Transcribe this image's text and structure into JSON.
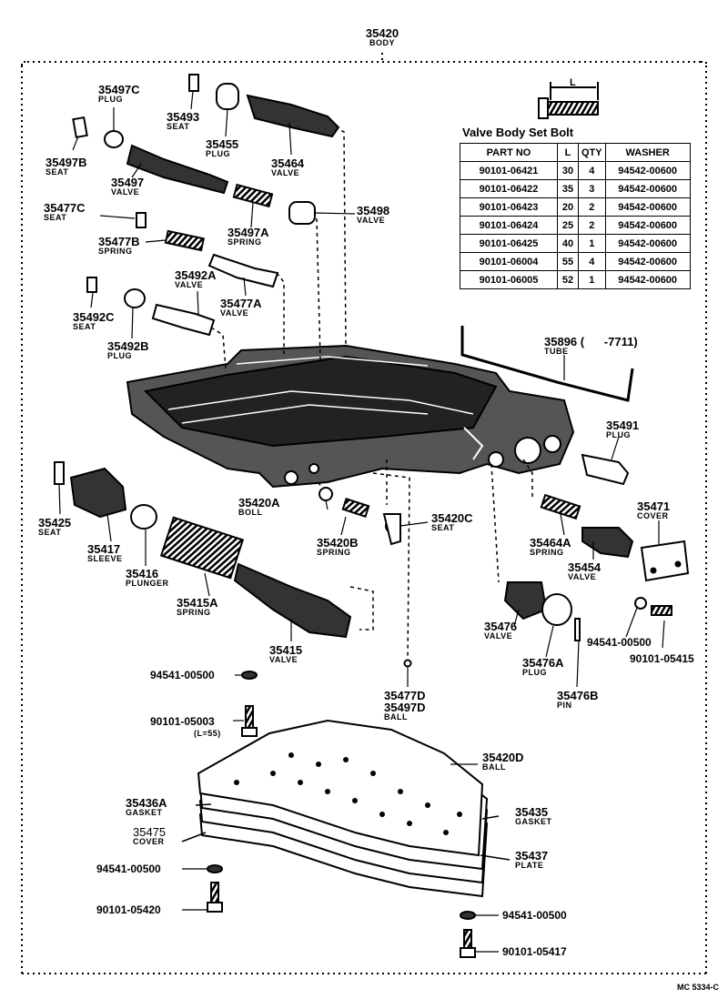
{
  "header": {
    "part_no": "35420",
    "name": "BODY"
  },
  "bolt_table": {
    "title": "Valve Body Set Bolt",
    "dimension_label": "L",
    "columns": [
      "PART NO",
      "L",
      "QTY",
      "WASHER"
    ],
    "rows": [
      [
        "90101-06421",
        "30",
        "4",
        "94542-00600"
      ],
      [
        "90101-06422",
        "35",
        "3",
        "94542-00600"
      ],
      [
        "90101-06423",
        "20",
        "2",
        "94542-00600"
      ],
      [
        "90101-06424",
        "25",
        "2",
        "94542-00600"
      ],
      [
        "90101-06425",
        "40",
        "1",
        "94542-00600"
      ],
      [
        "90101-06004",
        "55",
        "4",
        "94542-00600"
      ],
      [
        "90101-06005",
        "52",
        "1",
        "94542-00600"
      ]
    ]
  },
  "labels": {
    "p35497c": {
      "pn": "35497C",
      "nm": "PLUG"
    },
    "p35493": {
      "pn": "35493",
      "nm": "SEAT"
    },
    "p35455": {
      "pn": "35455",
      "nm": "PLUG"
    },
    "p35464": {
      "pn": "35464",
      "nm": "VALVE"
    },
    "p35497b": {
      "pn": "35497B",
      "nm": "SEAT"
    },
    "p35497": {
      "pn": "35497",
      "nm": "VALVE"
    },
    "p35477c": {
      "pn": "35477C",
      "nm": "SEAT"
    },
    "p35498": {
      "pn": "35498",
      "nm": "VALVE"
    },
    "p35497a": {
      "pn": "35497A",
      "nm": "SPRING"
    },
    "p35477b": {
      "pn": "35477B",
      "nm": "SPRING"
    },
    "p35492a": {
      "pn": "35492A",
      "nm": "VALVE"
    },
    "p35477a": {
      "pn": "35477A",
      "nm": "VALVE"
    },
    "p35492c": {
      "pn": "35492C",
      "nm": "SEAT"
    },
    "p35492b": {
      "pn": "35492B",
      "nm": "PLUG"
    },
    "p35896": {
      "pn": "35896",
      "nm": "TUBE",
      "note": "(      -7711)"
    },
    "p35491": {
      "pn": "35491",
      "nm": "PLUG"
    },
    "p35420a": {
      "pn": "35420A",
      "nm": "BOLL"
    },
    "p35420c": {
      "pn": "35420C",
      "nm": "SEAT"
    },
    "p35420b": {
      "pn": "35420B",
      "nm": "SPRING"
    },
    "p35471": {
      "pn": "35471",
      "nm": "COVER"
    },
    "p35425": {
      "pn": "35425",
      "nm": "SEAT"
    },
    "p35417": {
      "pn": "35417",
      "nm": "SLEEVE"
    },
    "p35416": {
      "pn": "35416",
      "nm": "PLUNGER"
    },
    "p35415a": {
      "pn": "35415A",
      "nm": "SPRING"
    },
    "p35464a": {
      "pn": "35464A",
      "nm": "SPRING"
    },
    "p35454": {
      "pn": "35454",
      "nm": "VALVE"
    },
    "p35476": {
      "pn": "35476",
      "nm": "VALVE"
    },
    "p35476a": {
      "pn": "35476A",
      "nm": "PLUG"
    },
    "p35415": {
      "pn": "35415",
      "nm": "VALVE"
    },
    "p94541_500_r": {
      "pn": "94541-00500"
    },
    "p90101_05415": {
      "pn": "90101-05415"
    },
    "p94541_500_l": {
      "pn": "94541-00500"
    },
    "p35477d": {
      "pn": "35477D",
      "pn2": "35497D",
      "nm": "BALL"
    },
    "p35476b": {
      "pn": "35476B",
      "nm": "PIN"
    },
    "p90101_05003": {
      "pn": "90101-05003",
      "nm": "(L=55)"
    },
    "p35420d": {
      "pn": "35420D",
      "nm": "BALL"
    },
    "p35436a": {
      "pn": "35436A",
      "nm": "GASKET"
    },
    "p35475": {
      "pn": "35475",
      "nm": "COVER"
    },
    "p35435": {
      "pn": "35435",
      "nm": "GASKET"
    },
    "p35437": {
      "pn": "35437",
      "nm": "PLATE"
    },
    "p94541_500_ll": {
      "pn": "94541-00500"
    },
    "p90101_05420": {
      "pn": "90101-05420"
    },
    "p94541_500_b": {
      "pn": "94541-00500"
    },
    "p90101_05417": {
      "pn": "90101-05417"
    }
  },
  "footer": {
    "code": "MC 5334-C"
  }
}
